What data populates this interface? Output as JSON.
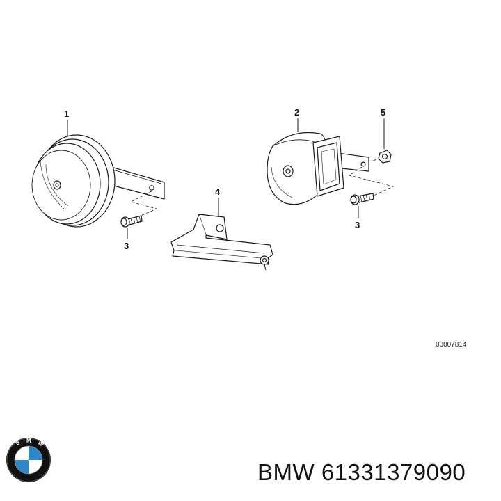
{
  "callouts": {
    "horn_left": "1",
    "horn_right": "2",
    "screw_left": "3",
    "screw_right": "3",
    "bracket": "4",
    "nut": "5"
  },
  "drawing_code": "00007814",
  "brand": "BMW",
  "part_number": "61331379090",
  "logo_icon": "bmw-roundel-icon",
  "colors": {
    "line": "#1a1a1a",
    "logo_blue": "#2d87c8",
    "logo_black": "#111111"
  }
}
